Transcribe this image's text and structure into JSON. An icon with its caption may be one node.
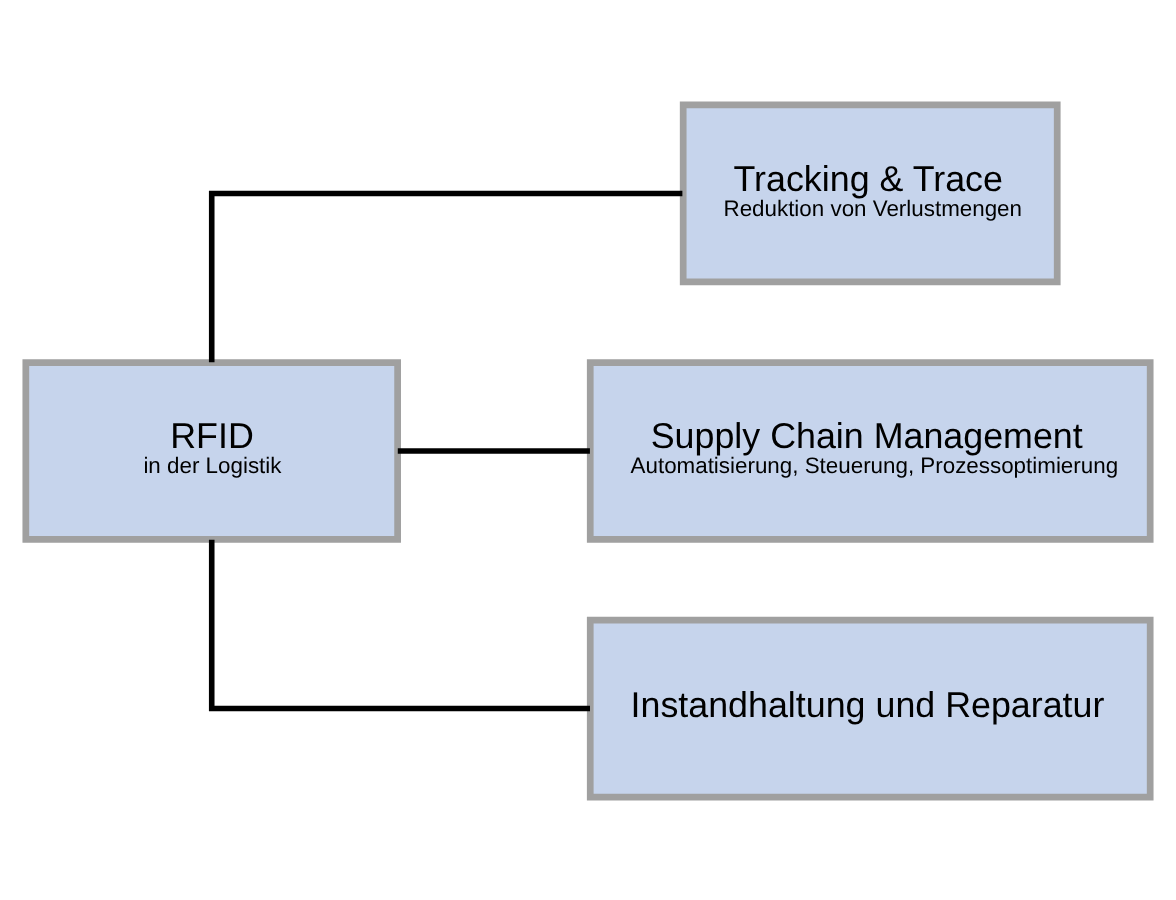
{
  "diagram": {
    "nodes": [
      {
        "text": [
          "RFID",
          "in der Logistik"
        ]
      },
      {
        "text": [
          "Tracking & Trace",
          "Reduktion von Verlustmengen"
        ]
      },
      {
        "text": [
          "Supply Chain Management",
          "Automatisierung, Steuerung, Prozessoptimierung"
        ]
      },
      {
        "text": [
          "Instandhaltung und Reparatur"
        ]
      }
    ],
    "edges": [
      {
        "from": 0,
        "to": 1,
        "arrow": "none"
      },
      {
        "from": 0,
        "to": 2,
        "arrow": "none"
      },
      {
        "from": 0,
        "to": 3,
        "arrow": "none"
      }
    ]
  }
}
